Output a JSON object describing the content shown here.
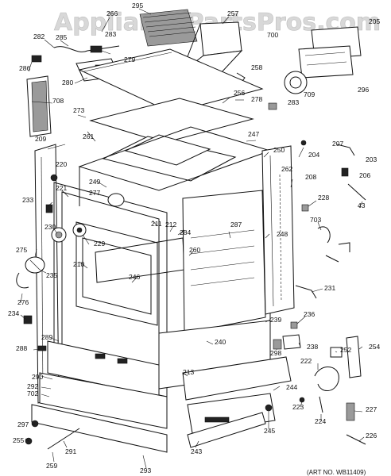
{
  "watermark": "AppliancePartsPros.com",
  "art_number": "(ART NO. WB11409)",
  "parts": [
    {
      "id": "p295",
      "label": "295"
    },
    {
      "id": "p257",
      "label": "257"
    },
    {
      "id": "p266",
      "label": "266"
    },
    {
      "id": "p282",
      "label": "282"
    },
    {
      "id": "p285",
      "label": "285"
    },
    {
      "id": "p283a",
      "label": "283"
    },
    {
      "id": "p279",
      "label": "279"
    },
    {
      "id": "p286",
      "label": "286"
    },
    {
      "id": "p280",
      "label": "280"
    },
    {
      "id": "p700",
      "label": "700"
    },
    {
      "id": "p205",
      "label": "205"
    },
    {
      "id": "p296",
      "label": "296"
    },
    {
      "id": "p258",
      "label": "258"
    },
    {
      "id": "p709",
      "label": "709"
    },
    {
      "id": "p283b",
      "label": "283"
    },
    {
      "id": "p256",
      "label": "256"
    },
    {
      "id": "p278",
      "label": "278"
    },
    {
      "id": "p708",
      "label": "708"
    },
    {
      "id": "p273",
      "label": "273"
    },
    {
      "id": "p247",
      "label": "247"
    },
    {
      "id": "p261",
      "label": "261"
    },
    {
      "id": "p209",
      "label": "209"
    },
    {
      "id": "p250",
      "label": "250"
    },
    {
      "id": "p204",
      "label": "204"
    },
    {
      "id": "p207",
      "label": "207"
    },
    {
      "id": "p203",
      "label": "203"
    },
    {
      "id": "p262",
      "label": "262"
    },
    {
      "id": "p220",
      "label": "220"
    },
    {
      "id": "p206",
      "label": "206"
    },
    {
      "id": "p208",
      "label": "208"
    },
    {
      "id": "p221",
      "label": "221"
    },
    {
      "id": "p249",
      "label": "249"
    },
    {
      "id": "p277",
      "label": "277"
    },
    {
      "id": "p233",
      "label": "233"
    },
    {
      "id": "p228",
      "label": "228"
    },
    {
      "id": "p43",
      "label": "43"
    },
    {
      "id": "p211",
      "label": "211"
    },
    {
      "id": "p212",
      "label": "212"
    },
    {
      "id": "p284",
      "label": "284"
    },
    {
      "id": "p703",
      "label": "703"
    },
    {
      "id": "p230",
      "label": "230"
    },
    {
      "id": "p287",
      "label": "287"
    },
    {
      "id": "p248",
      "label": "248"
    },
    {
      "id": "p229",
      "label": "229"
    },
    {
      "id": "p275",
      "label": "275"
    },
    {
      "id": "p260",
      "label": "260"
    },
    {
      "id": "p210",
      "label": "210"
    },
    {
      "id": "p246",
      "label": "246"
    },
    {
      "id": "p235",
      "label": "235"
    },
    {
      "id": "p231",
      "label": "231"
    },
    {
      "id": "p276",
      "label": "276"
    },
    {
      "id": "p234",
      "label": "234"
    },
    {
      "id": "p239",
      "label": "239"
    },
    {
      "id": "p236",
      "label": "236"
    },
    {
      "id": "p289",
      "label": "289"
    },
    {
      "id": "p288",
      "label": "288"
    },
    {
      "id": "p240",
      "label": "240"
    },
    {
      "id": "p298",
      "label": "298"
    },
    {
      "id": "p238",
      "label": "238"
    },
    {
      "id": "p252",
      "label": "252"
    },
    {
      "id": "p254",
      "label": "254"
    },
    {
      "id": "p222",
      "label": "222"
    },
    {
      "id": "p213",
      "label": "213"
    },
    {
      "id": "p290",
      "label": "290"
    },
    {
      "id": "p292",
      "label": "292"
    },
    {
      "id": "p702",
      "label": "702"
    },
    {
      "id": "p244",
      "label": "244"
    },
    {
      "id": "p223",
      "label": "223"
    },
    {
      "id": "p224",
      "label": "224"
    },
    {
      "id": "p227",
      "label": "227"
    },
    {
      "id": "p297",
      "label": "297"
    },
    {
      "id": "p245",
      "label": "245"
    },
    {
      "id": "p255",
      "label": "255"
    },
    {
      "id": "p291",
      "label": "291"
    },
    {
      "id": "p243",
      "label": "243"
    },
    {
      "id": "p226",
      "label": "226"
    },
    {
      "id": "p259",
      "label": "259"
    },
    {
      "id": "p293",
      "label": "293"
    }
  ]
}
